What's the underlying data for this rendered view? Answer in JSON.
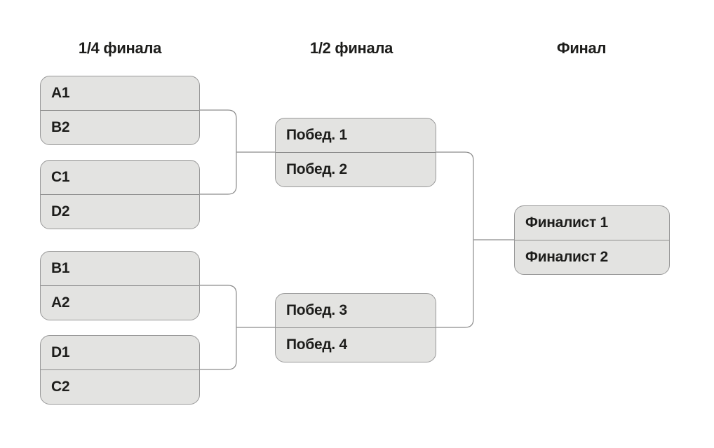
{
  "columns": [
    {
      "label": "1/4 финала"
    },
    {
      "label": "1/2 финала"
    },
    {
      "label": "Финал"
    }
  ],
  "quarterfinals": [
    {
      "top": "A1",
      "bottom": "B2"
    },
    {
      "top": "C1",
      "bottom": "D2"
    },
    {
      "top": "B1",
      "bottom": "A2"
    },
    {
      "top": "D1",
      "bottom": "C2"
    }
  ],
  "semifinals": [
    {
      "top": "Побед. 1",
      "bottom": "Побед. 2"
    },
    {
      "top": "Побед. 3",
      "bottom": "Побед. 4"
    }
  ],
  "final": {
    "top": "Финалист 1",
    "bottom": "Финалист 2"
  },
  "colors": {
    "background": "#ffffff",
    "box_fill": "#e3e3e1",
    "box_border": "#989898",
    "connector_line": "#8c8c8c",
    "text": "#1d1d1b"
  }
}
